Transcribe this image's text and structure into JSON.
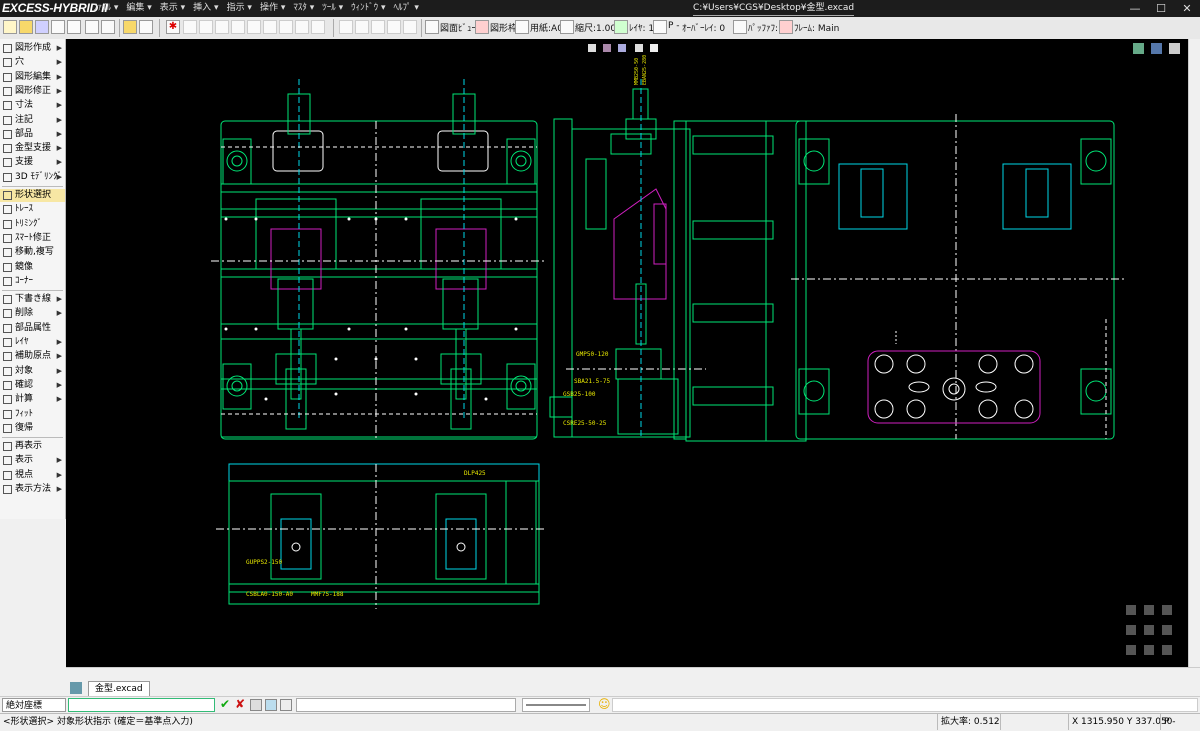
{
  "app": {
    "title": "EXCESS-HYBRID II",
    "filepath": "C:¥Users¥CGS¥Desktop¥金型.excad"
  },
  "menu": [
    "ﾌｧｲﾙ ▾",
    "編集 ▾",
    "表示 ▾",
    "挿入 ▾",
    "指示 ▾",
    "操作 ▾",
    "ﾏｽﾀ ▾",
    "ﾂｰﾙ ▾",
    "ｳｨﾝﾄﾞｳ ▾",
    "ﾍﾙﾌﾟ ▾"
  ],
  "toolbar": {
    "view_label": "図面ﾋﾞｭｰ",
    "frame_label": "図形枠",
    "paper_label": "用紙:A0",
    "scale_label": "縮尺:1.000",
    "layer_label": "ﾚｲﾔ: 1",
    "pen_label": "P -",
    "overlay_label": "ｵｰﾊﾞｰﾚｲ: 0",
    "cursor_label": "ﾊﾟｯﾌｧﾌ: 1",
    "frame_name_label": "ﾌﾚｰﾑ: Main"
  },
  "left_panel": {
    "items": [
      {
        "label": "図形作成",
        "arrow": true
      },
      {
        "label": "穴",
        "arrow": true
      },
      {
        "label": "図形編集",
        "arrow": true
      },
      {
        "label": "図形修正",
        "arrow": true
      },
      {
        "label": "寸法",
        "arrow": true
      },
      {
        "label": "注記",
        "arrow": true
      },
      {
        "label": "部品",
        "arrow": true
      },
      {
        "label": "金型支援",
        "arrow": true
      },
      {
        "label": "支援",
        "arrow": true
      },
      {
        "label": "3D ﾓﾃﾞﾘﾝｸﾞ",
        "arrow": true
      },
      {
        "label": "形状選択",
        "arrow": false,
        "selected": true
      },
      {
        "label": "ﾄﾚｰｽ",
        "arrow": false
      },
      {
        "label": "ﾄﾘﾐﾝｸﾞ",
        "arrow": false
      },
      {
        "label": "ｽﾏｰﾄ修正",
        "arrow": false
      },
      {
        "label": "移動,複写",
        "arrow": false
      },
      {
        "label": "鏡像",
        "arrow": false
      },
      {
        "label": "ｺｰﾅｰ",
        "arrow": false
      },
      {
        "label": "下書き線",
        "arrow": true
      },
      {
        "label": "削除",
        "arrow": true
      },
      {
        "label": "部品属性",
        "arrow": false
      },
      {
        "label": "ﾚｲﾔ",
        "arrow": true
      },
      {
        "label": "補助原点",
        "arrow": true
      },
      {
        "label": "対象",
        "arrow": true
      },
      {
        "label": "確認",
        "arrow": true
      },
      {
        "label": "計算",
        "arrow": true
      },
      {
        "label": "ﾌｨｯﾄ",
        "arrow": false
      },
      {
        "label": "復帰",
        "arrow": false
      },
      {
        "label": "再表示",
        "arrow": false
      },
      {
        "label": "表示",
        "arrow": true
      },
      {
        "label": "視点",
        "arrow": true
      },
      {
        "label": "表示方法",
        "arrow": true
      }
    ]
  },
  "drawing": {
    "labels": {
      "side_top": "MMB250-50",
      "side_top2": "EBAN25-280",
      "gm": "GMP50-120",
      "sba": "SBA21.5-75",
      "gsb": "GSB25-100",
      "csr": "CSRE25-50-25",
      "dlp": "DLP425",
      "gupp": "GUPPS2-150",
      "csbl": "CSBLA0-150-A0",
      "mmf": "MMF75-188"
    }
  },
  "tabs": {
    "doc_name": "金型.excad"
  },
  "inputbar": {
    "coord_mode": "絶対座標"
  },
  "status": {
    "message": "<形状選択> 対象形状指示 (確定＝基準点入力)",
    "zoom": "拡大率: 0.512",
    "coords": "X 1315.950 Y 337.050",
    "pen": "P -"
  },
  "colors": {
    "canvas": "#000000",
    "outline": "#00e676",
    "cyan": "#00d8e8",
    "magenta": "#d020c0",
    "white": "#ffffff",
    "yellow": "#e8e800"
  }
}
